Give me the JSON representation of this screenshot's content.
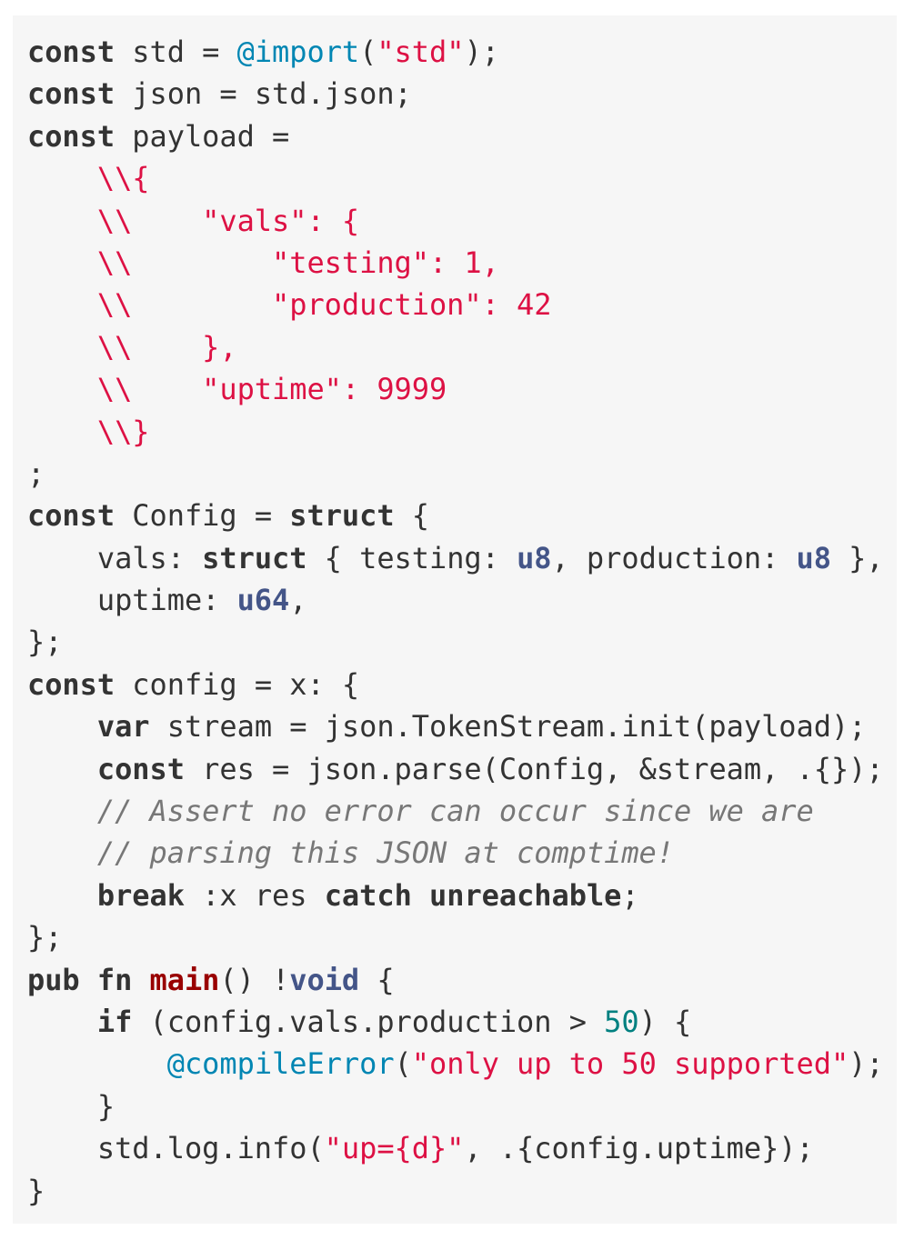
{
  "colors": {
    "keyword": "#333333",
    "builtin": "#0086b3",
    "string": "#dd1144",
    "type": "#445588",
    "number": "#008080",
    "function": "#990000",
    "comment": "#777777",
    "background": "#f6f6f6"
  },
  "code_lines": [
    [
      [
        "k",
        "const"
      ],
      [
        "p",
        " std = "
      ],
      [
        "b",
        "@import"
      ],
      [
        "p",
        "("
      ],
      [
        "s",
        "\"std\""
      ],
      [
        "p",
        ");"
      ]
    ],
    [
      [
        "k",
        "const"
      ],
      [
        "p",
        " json = std.json;"
      ]
    ],
    [
      [
        "k",
        "const"
      ],
      [
        "p",
        " payload ="
      ]
    ],
    [
      [
        "s",
        "    \\\\{"
      ]
    ],
    [
      [
        "s",
        "    \\\\    \"vals\": {"
      ]
    ],
    [
      [
        "s",
        "    \\\\        \"testing\": 1,"
      ]
    ],
    [
      [
        "s",
        "    \\\\        \"production\": 42"
      ]
    ],
    [
      [
        "s",
        "    \\\\    },"
      ]
    ],
    [
      [
        "s",
        "    \\\\    \"uptime\": 9999"
      ]
    ],
    [
      [
        "s",
        "    \\\\}"
      ]
    ],
    [
      [
        "p",
        ";"
      ]
    ],
    [
      [
        "k",
        "const"
      ],
      [
        "p",
        " Config = "
      ],
      [
        "k",
        "struct"
      ],
      [
        "p",
        " {"
      ]
    ],
    [
      [
        "p",
        "    vals: "
      ],
      [
        "k",
        "struct"
      ],
      [
        "p",
        " { testing: "
      ],
      [
        "t",
        "u8"
      ],
      [
        "p",
        ", production: "
      ],
      [
        "t",
        "u8"
      ],
      [
        "p",
        " },"
      ]
    ],
    [
      [
        "p",
        "    uptime: "
      ],
      [
        "t",
        "u64"
      ],
      [
        "p",
        ","
      ]
    ],
    [
      [
        "p",
        "};"
      ]
    ],
    [
      [
        "k",
        "const"
      ],
      [
        "p",
        " config = x: {"
      ]
    ],
    [
      [
        "p",
        "    "
      ],
      [
        "k",
        "var"
      ],
      [
        "p",
        " stream = json.TokenStream.init(payload);"
      ]
    ],
    [
      [
        "p",
        "    "
      ],
      [
        "k",
        "const"
      ],
      [
        "p",
        " res = json.parse(Config, &stream, .{});"
      ]
    ],
    [
      [
        "c",
        "    // Assert no error can occur since we are"
      ]
    ],
    [
      [
        "c",
        "    // parsing this JSON at comptime!"
      ]
    ],
    [
      [
        "p",
        "    "
      ],
      [
        "k",
        "break"
      ],
      [
        "p",
        " :x res "
      ],
      [
        "k",
        "catch"
      ],
      [
        "p",
        " "
      ],
      [
        "k",
        "unreachable"
      ],
      [
        "p",
        ";"
      ]
    ],
    [
      [
        "p",
        "};"
      ]
    ],
    [
      [
        "k",
        "pub"
      ],
      [
        "p",
        " "
      ],
      [
        "k",
        "fn"
      ],
      [
        "p",
        " "
      ],
      [
        "f",
        "main"
      ],
      [
        "p",
        "() !"
      ],
      [
        "t",
        "void"
      ],
      [
        "p",
        " {"
      ]
    ],
    [
      [
        "p",
        "    "
      ],
      [
        "k",
        "if"
      ],
      [
        "p",
        " (config.vals.production > "
      ],
      [
        "n",
        "50"
      ],
      [
        "p",
        ") {"
      ]
    ],
    [
      [
        "p",
        "        "
      ],
      [
        "b",
        "@compileError"
      ],
      [
        "p",
        "("
      ],
      [
        "s",
        "\"only up to 50 supported\""
      ],
      [
        "p",
        ");"
      ]
    ],
    [
      [
        "p",
        "    }"
      ]
    ],
    [
      [
        "p",
        "    std.log.info("
      ],
      [
        "s",
        "\"up={d}\""
      ],
      [
        "p",
        ", .{config.uptime});"
      ]
    ],
    [
      [
        "p",
        "}"
      ]
    ]
  ]
}
